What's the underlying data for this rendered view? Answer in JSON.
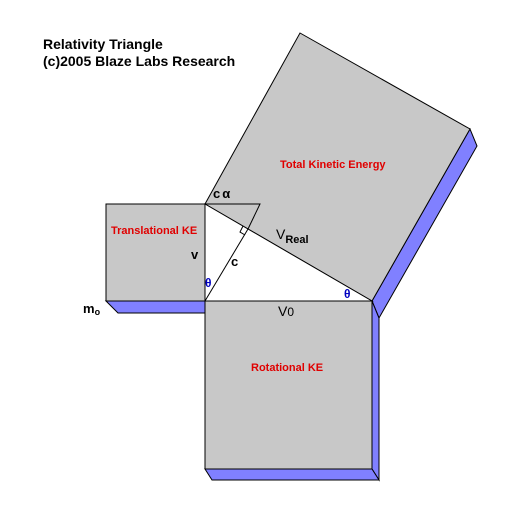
{
  "title": {
    "line1": "Relativity Triangle",
    "line2": "(c)2005 Blaze Labs Research"
  },
  "squares": {
    "total": "Total Kinetic Energy",
    "translational": "Translational KE",
    "rotational": "Rotational KE"
  },
  "labels": {
    "c_alpha": "c",
    "alpha": "α",
    "v": "v",
    "c": "c",
    "v_real_main": "V",
    "v_real_sub": "Real",
    "v0_main": "V",
    "v0_sub": "0",
    "theta_left": "θ",
    "theta_right": "θ",
    "m0_main": "m",
    "m0_sub": "o"
  },
  "colors": {
    "face": "#c8c8c8",
    "side": "#8080ff",
    "text_red": "#e00000",
    "text_blue": "#0000c0"
  }
}
